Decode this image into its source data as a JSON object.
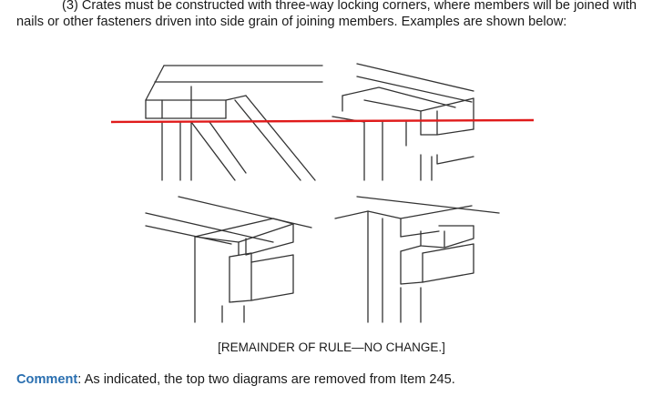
{
  "rule": {
    "paragraph": "(3) Crates must be constructed with three-way locking corners, where members will be joined with nails or other fasteners driven into side grain of joining members. Examples are shown below:"
  },
  "figure": {
    "strike_color": "#e01b1b",
    "line_color": "#333333"
  },
  "remainder_text": "[REMAINDER OF RULE—NO CHANGE.]",
  "comment": {
    "label": "Comment",
    "separator": ":",
    "text": " As indicated, the top two diagrams are removed from Item 245."
  }
}
